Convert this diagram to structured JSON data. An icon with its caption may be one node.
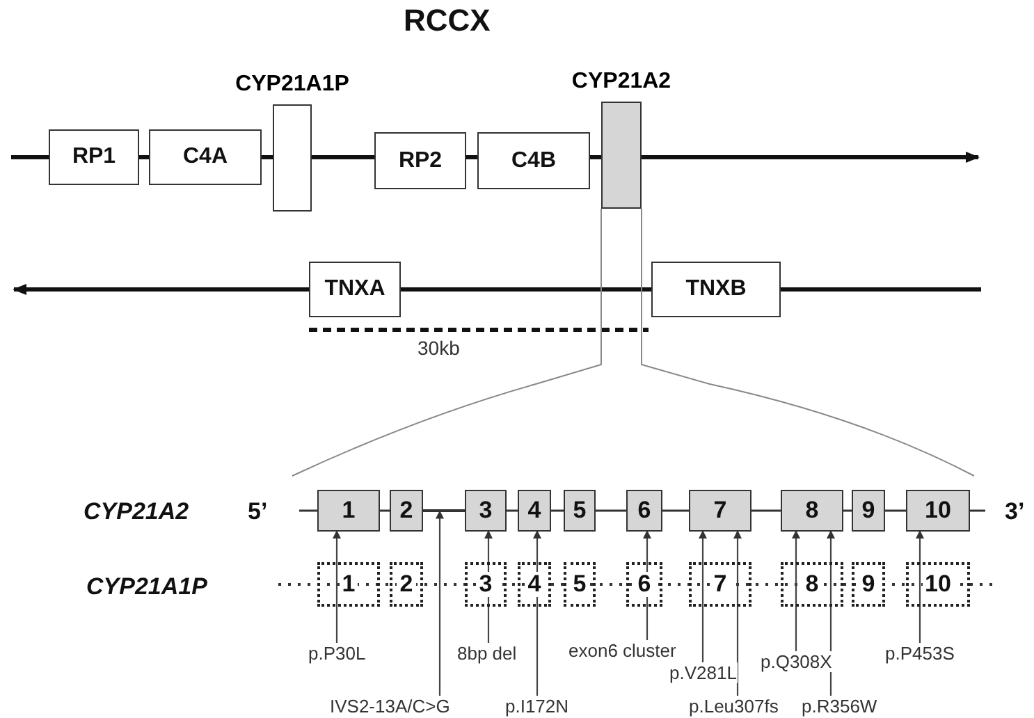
{
  "diagram": {
    "title": "RCCX",
    "nodes": [
      {
        "text": [
          "RP1"
        ]
      },
      {
        "text": [
          "C4A"
        ]
      },
      {
        "text": [
          "CYP21A1P"
        ]
      },
      {
        "text": [
          "RP2"
        ]
      },
      {
        "text": [
          "C4B"
        ]
      },
      {
        "text": [
          "CYP21A2"
        ]
      },
      {
        "text": [
          "TNXA"
        ]
      },
      {
        "text": [
          "TNXB"
        ]
      },
      {
        "text": [
          "1"
        ]
      },
      {
        "text": [
          "2"
        ]
      },
      {
        "text": [
          "3"
        ]
      },
      {
        "text": [
          "4"
        ]
      },
      {
        "text": [
          "5"
        ]
      },
      {
        "text": [
          "6"
        ]
      },
      {
        "text": [
          "7"
        ]
      },
      {
        "text": [
          "8"
        ]
      },
      {
        "text": [
          "9"
        ]
      },
      {
        "text": [
          "10"
        ]
      },
      {
        "text": [
          "1"
        ]
      },
      {
        "text": [
          "2"
        ]
      },
      {
        "text": [
          "3"
        ]
      },
      {
        "text": [
          "4"
        ]
      },
      {
        "text": [
          "5"
        ]
      },
      {
        "text": [
          "6"
        ]
      },
      {
        "text": [
          "7"
        ]
      },
      {
        "text": [
          "8"
        ]
      },
      {
        "text": [
          "9"
        ]
      },
      {
        "text": [
          "10"
        ]
      },
      {
        "text": [
          "p.P30L"
        ]
      },
      {
        "text": [
          "IVS2-13A/C>G"
        ]
      },
      {
        "text": [
          "8bp del"
        ]
      },
      {
        "text": [
          "p.I172N"
        ]
      },
      {
        "text": [
          "exon6 cluster"
        ]
      },
      {
        "text": [
          "p.V281L"
        ]
      },
      {
        "text": [
          "p.Leu307fs"
        ]
      },
      {
        "text": [
          "p.Q308X"
        ]
      },
      {
        "text": [
          "p.R356W"
        ]
      },
      {
        "text": [
          "p.P453S"
        ]
      },
      {
        "text": [],
        "shape": "line"
      }
    ],
    "edges": [
      {
        "from": 28,
        "to": 8,
        "arrow": "to"
      },
      {
        "from": 29,
        "to": 38,
        "arrow": "to"
      },
      {
        "from": 30,
        "to": 10,
        "arrow": "to"
      },
      {
        "from": 31,
        "to": 11,
        "arrow": "to"
      },
      {
        "from": 32,
        "to": 13,
        "arrow": "to"
      },
      {
        "from": 33,
        "to": 14,
        "arrow": "to"
      },
      {
        "from": 34,
        "to": 14,
        "arrow": "to"
      },
      {
        "from": 35,
        "to": 15,
        "arrow": "to"
      },
      {
        "from": 36,
        "to": 15,
        "arrow": "to"
      },
      {
        "from": 37,
        "to": 17,
        "arrow": "to"
      }
    ],
    "labels": [
      "CYP21A2",
      "5’",
      "3’",
      "CYP21A1P",
      "30kb"
    ]
  }
}
